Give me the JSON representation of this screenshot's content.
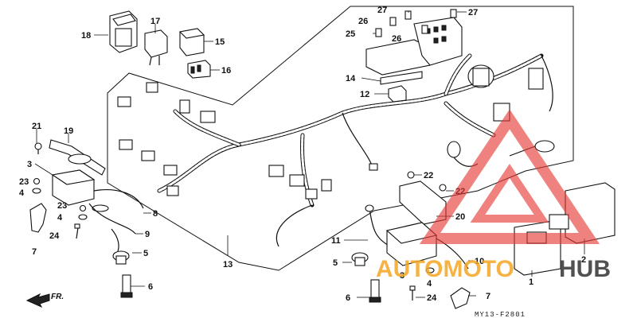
{
  "callouts": [
    {
      "id": "c18",
      "label": "18"
    },
    {
      "id": "c17",
      "label": "17"
    },
    {
      "id": "c15",
      "label": "15"
    },
    {
      "id": "c16",
      "label": "16"
    },
    {
      "id": "c27a",
      "label": "27"
    },
    {
      "id": "c27b",
      "label": "27"
    },
    {
      "id": "c26a",
      "label": "26"
    },
    {
      "id": "c26b",
      "label": "26"
    },
    {
      "id": "c25",
      "label": "25"
    },
    {
      "id": "c14",
      "label": "14"
    },
    {
      "id": "c12",
      "label": "12"
    },
    {
      "id": "c21",
      "label": "21"
    },
    {
      "id": "c19",
      "label": "19"
    },
    {
      "id": "c3a",
      "label": "3"
    },
    {
      "id": "c23a",
      "label": "23"
    },
    {
      "id": "c4a",
      "label": "4"
    },
    {
      "id": "c8",
      "label": "8"
    },
    {
      "id": "c23b",
      "label": "23"
    },
    {
      "id": "c4b",
      "label": "4"
    },
    {
      "id": "c9",
      "label": "9"
    },
    {
      "id": "c24a",
      "label": "24"
    },
    {
      "id": "c7a",
      "label": "7"
    },
    {
      "id": "c5a",
      "label": "5"
    },
    {
      "id": "c6a",
      "label": "6"
    },
    {
      "id": "c13",
      "label": "13"
    },
    {
      "id": "c22a",
      "label": "22"
    },
    {
      "id": "c22b",
      "label": "22"
    },
    {
      "id": "c20",
      "label": "20"
    },
    {
      "id": "c11",
      "label": "11"
    },
    {
      "id": "c5b",
      "label": "5"
    },
    {
      "id": "c10",
      "label": "10"
    },
    {
      "id": "c3b",
      "label": "3"
    },
    {
      "id": "c4c",
      "label": "4"
    },
    {
      "id": "c6b",
      "label": "6"
    },
    {
      "id": "c24b",
      "label": "24"
    },
    {
      "id": "c7b",
      "label": "7"
    },
    {
      "id": "c1",
      "label": "1"
    },
    {
      "id": "c2",
      "label": "2"
    }
  ],
  "direction_label": "FR.",
  "drawing_code": "MY13-F2801",
  "watermark": {
    "brand_left": "AUTOMOTO",
    "brand_right": "HUB",
    "color_left": "#f5a623",
    "color_right": "#333333",
    "logo_color": "#e53935"
  },
  "colors": {
    "ink": "#111111",
    "background": "#ffffff"
  }
}
